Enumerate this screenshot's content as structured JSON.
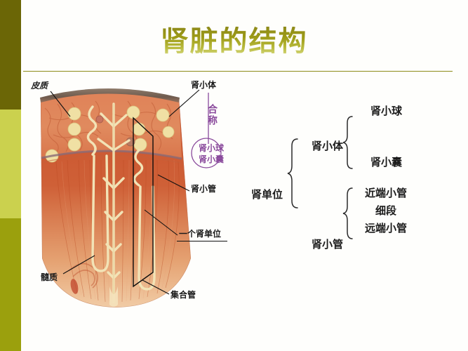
{
  "slide": {
    "title": "肾脏的结构",
    "background_color": "#fefefc",
    "title_color": "#9c9a16",
    "rule_color": "#8d8b19"
  },
  "sidebar": {
    "segments": [
      {
        "name": "dark-olive",
        "color": "#6b6606"
      },
      {
        "name": "light-yellow-green",
        "color": "#cbd14e"
      },
      {
        "name": "olive",
        "color": "#9ba00d"
      }
    ]
  },
  "diagram": {
    "name": "kidney-cross-section",
    "labels": {
      "cortex": "皮质",
      "renal_corpuscle": "肾小体",
      "renal_tubule": "肾小管",
      "one_nephron": "一个肾单位",
      "medulla": "髓质",
      "collecting_duct": "集合管"
    },
    "purple_labels": {
      "collectively_called": "合称",
      "glomerulus": "肾小球",
      "bowman_capsule": "肾小囊",
      "color": "#8a4a9c"
    }
  },
  "tree": {
    "root": "肾单位",
    "branches": [
      {
        "label": "肾小体",
        "leaves": [
          "肾小球",
          "肾小囊"
        ]
      },
      {
        "label": "肾小管",
        "leaves": [
          "近端小管",
          "细段",
          "远端小管"
        ]
      }
    ]
  }
}
